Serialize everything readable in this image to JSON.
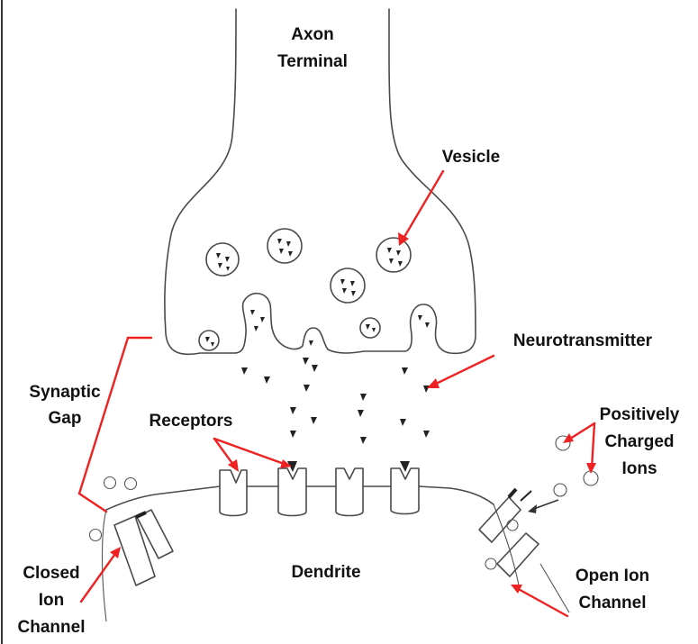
{
  "labels": {
    "axon_terminal_1": "Axon",
    "axon_terminal_2": "Terminal",
    "vesicle": "Vesicle",
    "neurotransmitter": "Neurotransmitter",
    "synaptic_gap_1": "Synaptic",
    "synaptic_gap_2": "Gap",
    "receptors": "Receptors",
    "positively_charged_ions_1": "Positively",
    "positively_charged_ions_2": "Charged",
    "positively_charged_ions_3": "Ions",
    "closed_ion_channel_1": "Closed",
    "closed_ion_channel_2": "Ion",
    "closed_ion_channel_3": "Channel",
    "dendrite": "Dendrite",
    "open_ion_channel_1": "Open Ion",
    "open_ion_channel_2": "Channel"
  },
  "colors": {
    "arrow": "#ee2222",
    "ink": "#4a4a4a",
    "background": "#ffffff"
  }
}
